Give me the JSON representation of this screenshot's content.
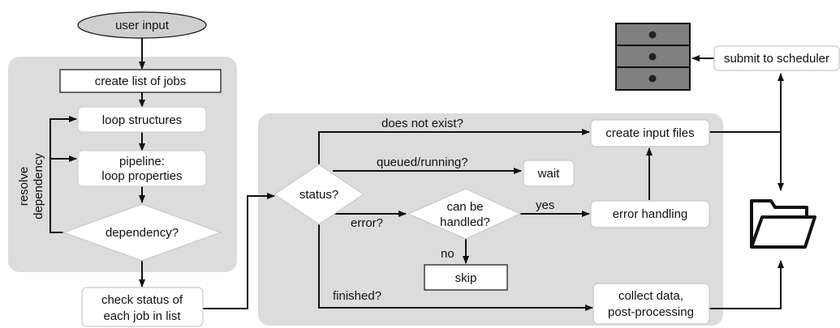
{
  "nodes": {
    "user_input": "user input",
    "create_list": "create list of jobs",
    "loop_structures": "loop structures",
    "pipeline": [
      "pipeline:",
      "loop properties"
    ],
    "dependency": "dependency?",
    "check_status": [
      "check status of",
      "each job in list"
    ],
    "status": "status?",
    "can_be_handled": [
      "can be",
      "handled?"
    ],
    "wait": "wait",
    "skip": "skip",
    "create_input_files": "create input files",
    "error_handling": "error handling",
    "collect_data": [
      "collect data,",
      "post-processing"
    ],
    "submit_scheduler": "submit to scheduler"
  },
  "edge_labels": {
    "resolve_dependency": [
      "resolve",
      "dependency"
    ],
    "does_not_exist": "does not exist?",
    "queued_running": "queued/running?",
    "error": "error?",
    "yes": "yes",
    "no": "no",
    "finished": "finished?"
  },
  "icons": {
    "server": "server-rack-icon",
    "folder": "open-folder-icon"
  },
  "colors": {
    "panel": "#dcdcdc",
    "server": "#808080",
    "stroke": "#111111"
  }
}
